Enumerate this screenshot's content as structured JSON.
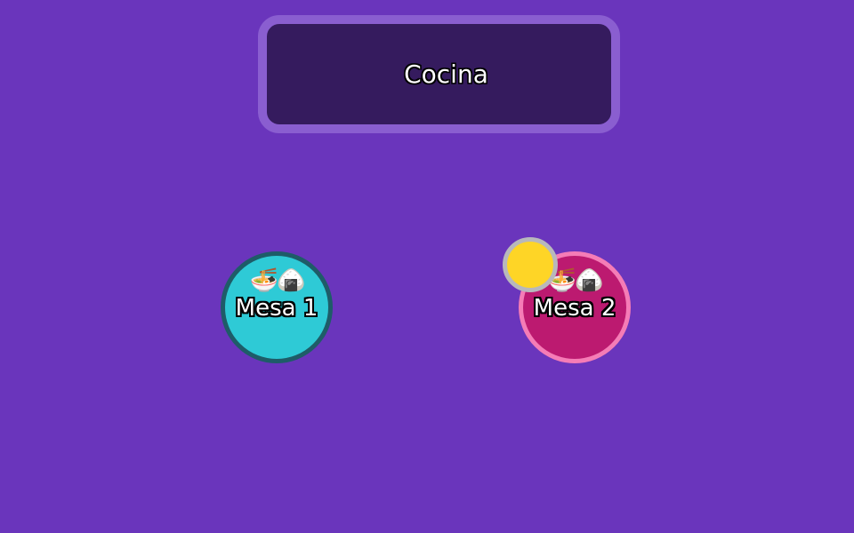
{
  "kitchen": {
    "label": "Cocina"
  },
  "tables": [
    {
      "label": "Mesa 1",
      "order_icons": "🍜🍙",
      "color": "#2ecad6",
      "border_color": "#1e5c68"
    },
    {
      "label": "Mesa 2",
      "order_icons": "🍜🍙",
      "color": "#bc1a70",
      "border_color": "#f57cb6"
    }
  ],
  "player_token": {
    "color": "#fed526",
    "border_color": "#b8b8bc"
  },
  "background_color": "#6a35bc"
}
